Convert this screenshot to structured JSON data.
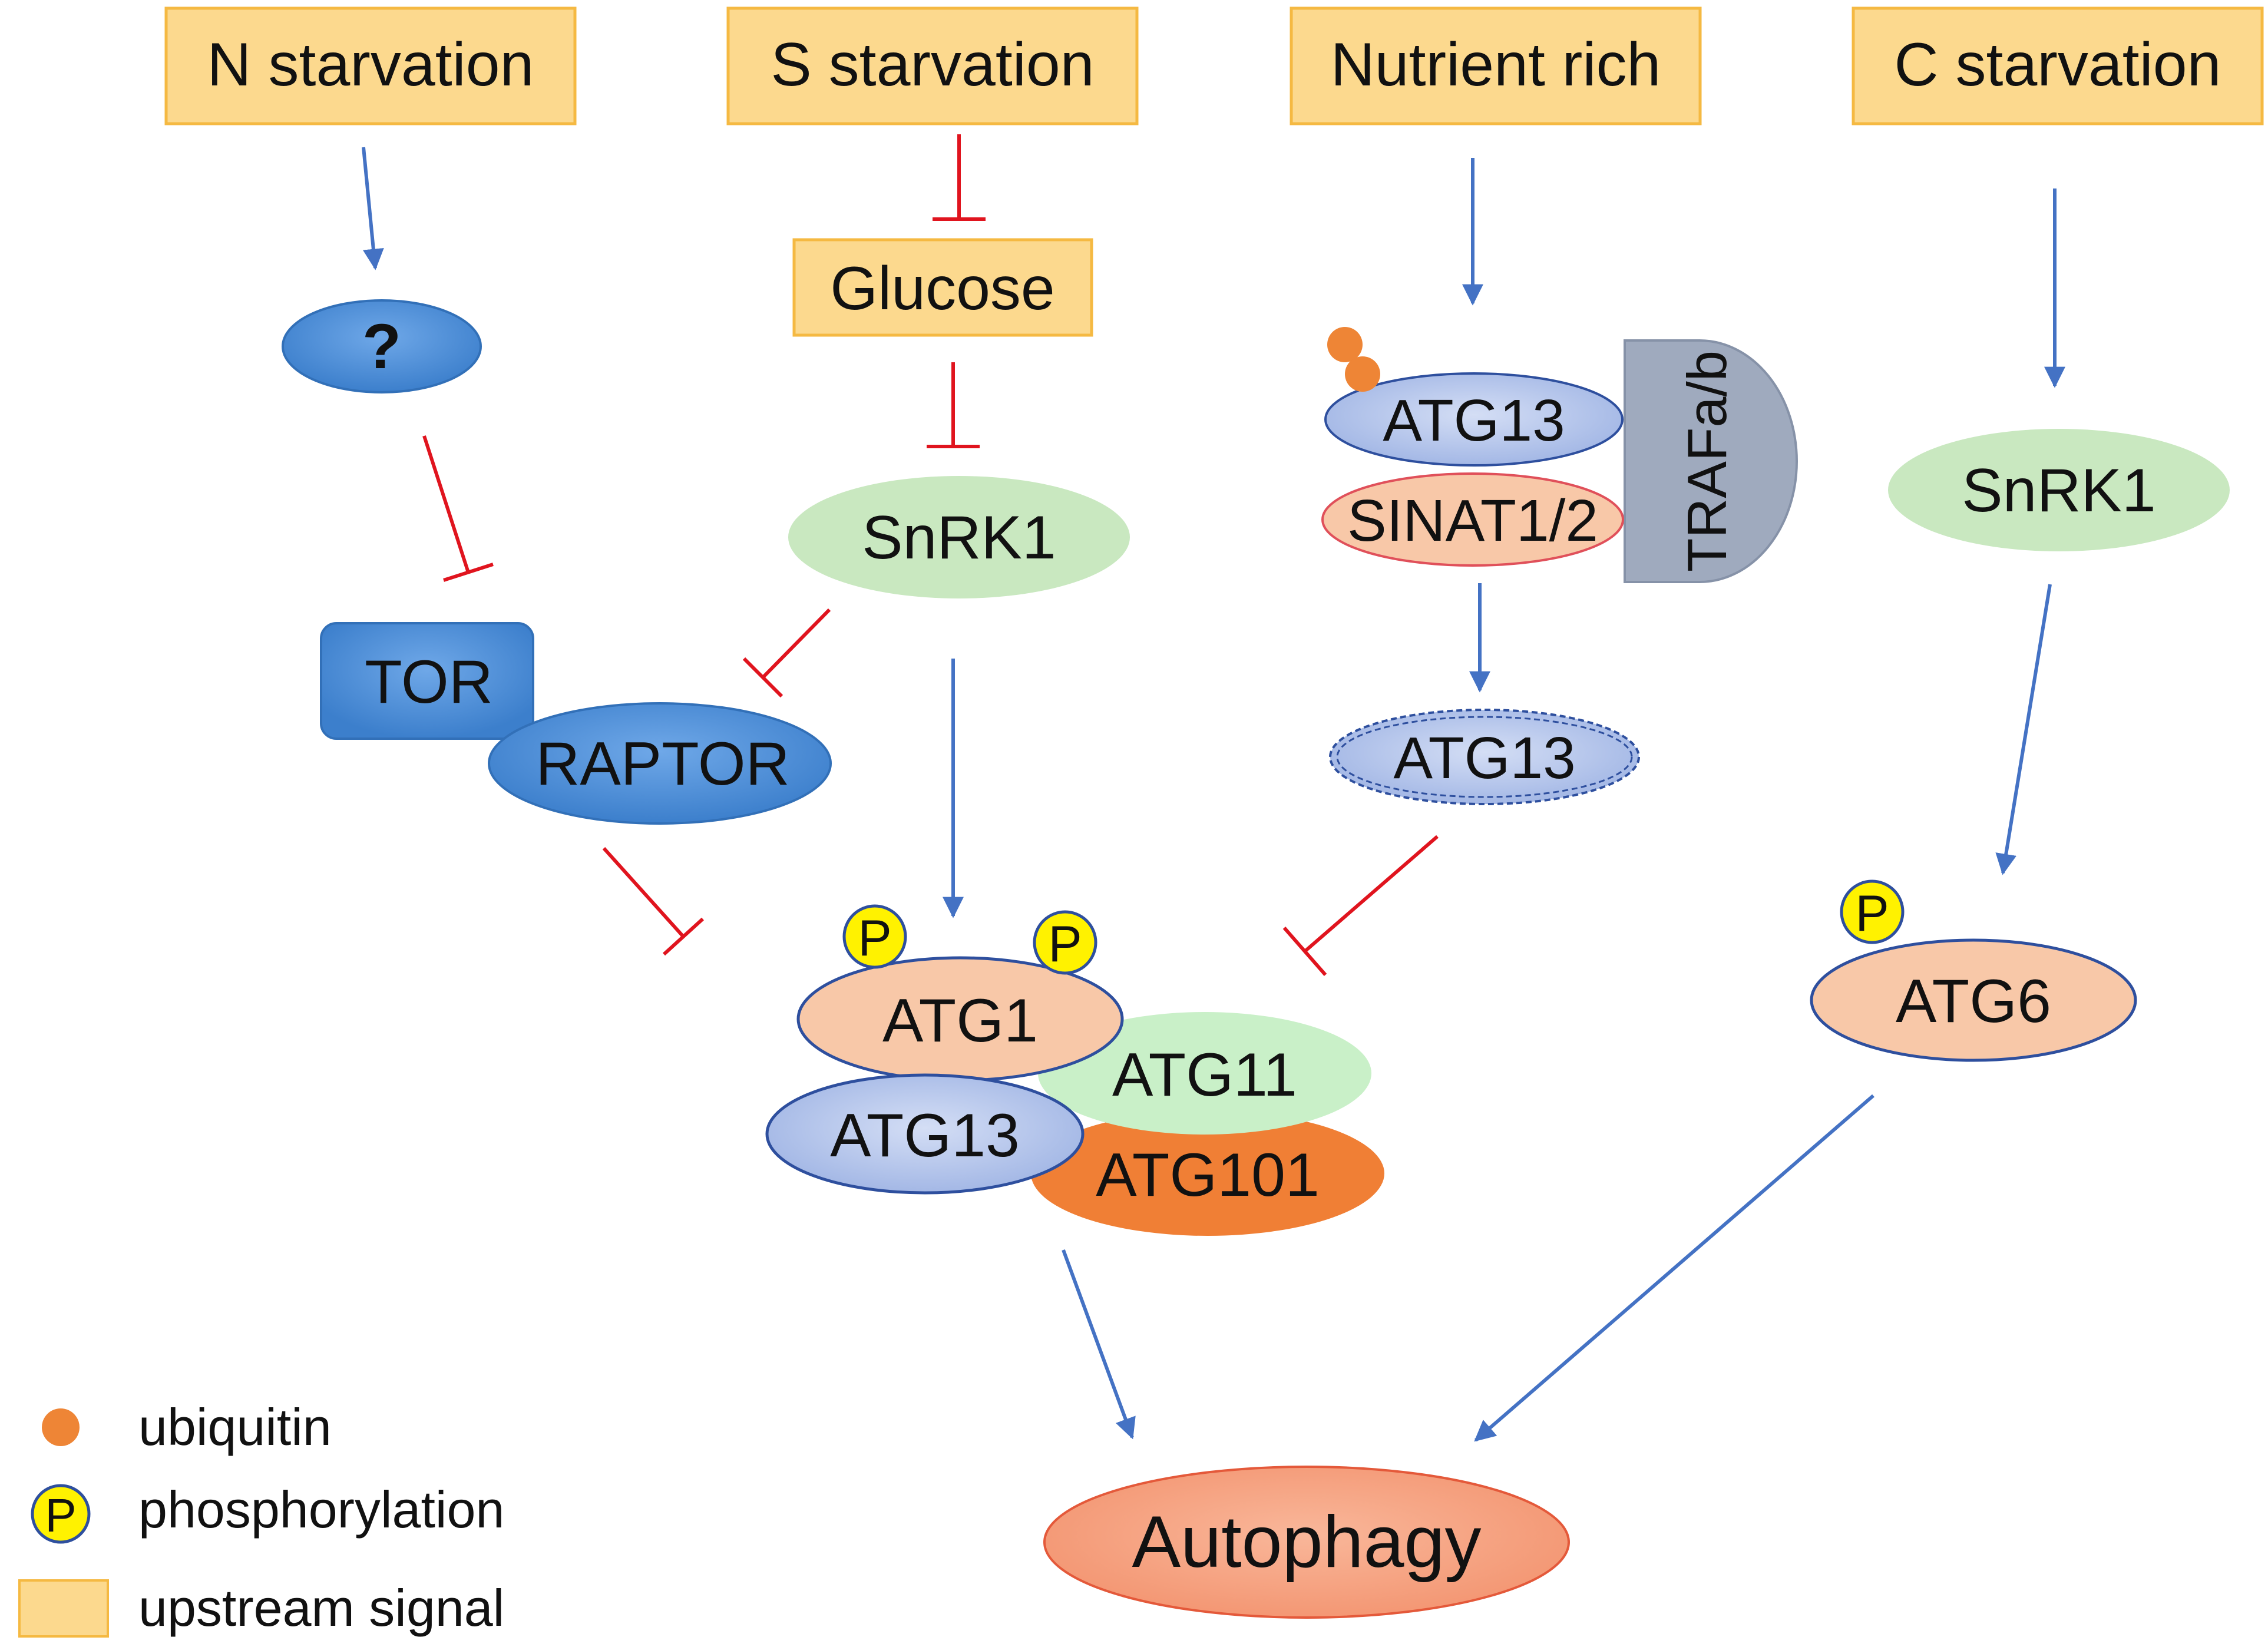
{
  "signals": {
    "n_starvation": "N starvation",
    "s_starvation": "S starvation",
    "nutrient_rich": "Nutrient rich",
    "c_starvation": "C starvation",
    "glucose": "Glucose"
  },
  "nodes": {
    "unknown": "?",
    "snrk1_left": "SnRK1",
    "snrk1_right": "SnRK1",
    "tor": "TOR",
    "raptor": "RAPTOR",
    "atg13_top": "ATG13",
    "sinat": "SINAT1/2",
    "trafab": "TRAFa/b",
    "atg13_degraded": "ATG13",
    "atg1": "ATG1",
    "atg11": "ATG11",
    "atg13_complex": "ATG13",
    "atg101": "ATG101",
    "atg6": "ATG6",
    "autophagy": "Autophagy"
  },
  "phospho_label": "P",
  "legend": {
    "ubiquitin": "ubiquitin",
    "phosphorylation": "phosphorylation",
    "upstream_signal": "upstream signal",
    "p_symbol": "P"
  },
  "colors": {
    "signal_fill": "#FCD98E",
    "signal_stroke": "#F5B942",
    "blue_node": "#4A8FD8",
    "green_node": "#C9E8C0",
    "atg13_blue": "#AFC3EA",
    "peach": "#F8C8A8",
    "atg101_orange": "#F07F35",
    "traf_gray": "#9FAABE",
    "autophagy": "#F6A483",
    "phospho_yellow": "#FFF200",
    "ubiquitin_orange": "#EE8536",
    "activation_arrow": "#4472C4",
    "inhibition_line": "#E0141E"
  }
}
